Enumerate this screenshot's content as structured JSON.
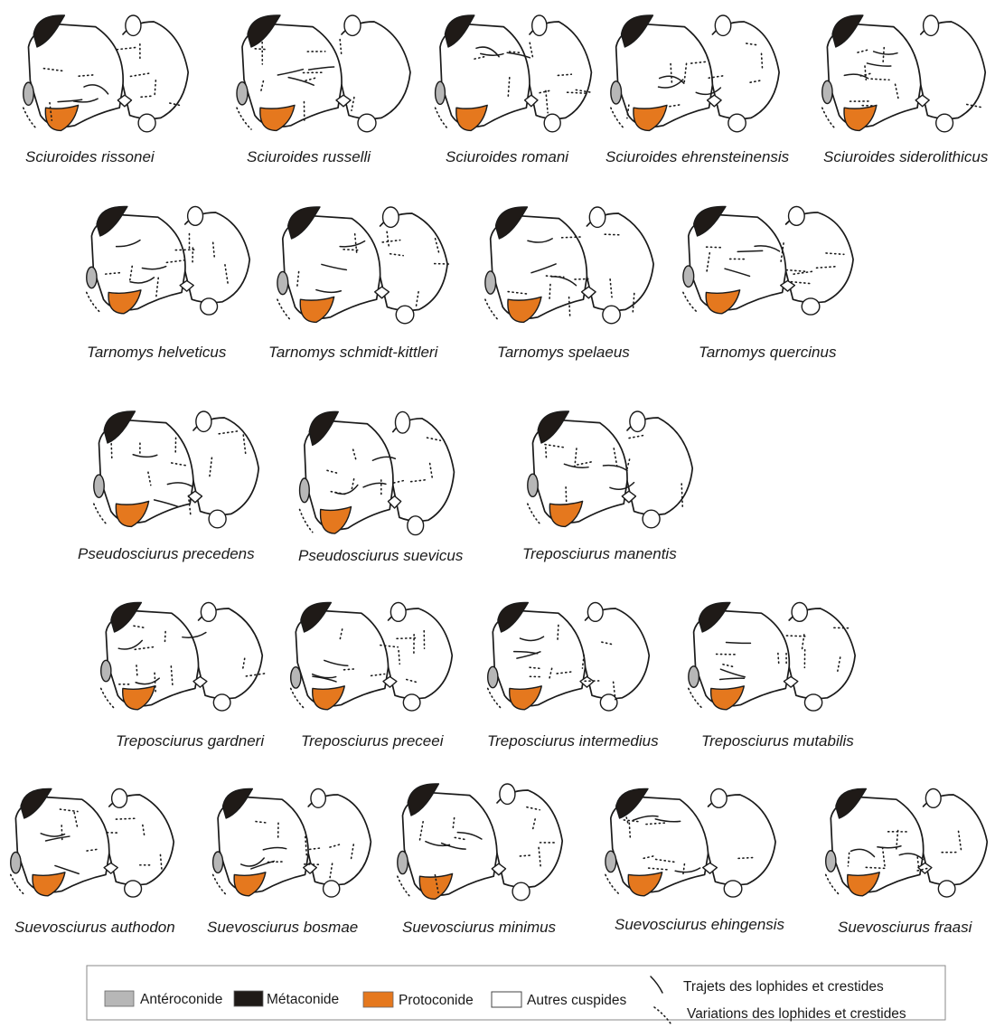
{
  "legend": {
    "items": [
      {
        "label": "Antéroconide",
        "color": "#b7b7b7",
        "key": "anteroconid"
      },
      {
        "label": "Métaconide",
        "color": "#1f1a17",
        "key": "metaconid"
      },
      {
        "label": "Protoconide",
        "color": "#e5781e",
        "key": "protoconid"
      },
      {
        "label": "Autres cuspides",
        "color": "#ffffff",
        "key": "other"
      }
    ],
    "line_solid_label": "Trajets des lophides et crestides",
    "line_dotted_label": "Variations des lophides et crestides"
  },
  "rows": [
    {
      "specimens": [
        {
          "name": "Sciuroides rissonei"
        },
        {
          "name": "Sciuroides russelli"
        },
        {
          "name": "Sciuroides romani"
        },
        {
          "name": "Sciuroides ehrensteinensis"
        },
        {
          "name": "Sciuroides siderolithicus"
        }
      ]
    },
    {
      "specimens": [
        {
          "name": "Tarnomys helveticus"
        },
        {
          "name": "Tarnomys schmidt-kittleri"
        },
        {
          "name": "Tarnomys spelaeus"
        },
        {
          "name": "Tarnomys quercinus"
        }
      ]
    },
    {
      "specimens": [
        {
          "name": "Pseudosciurus precedens"
        },
        {
          "name": "Pseudosciurus suevicus"
        },
        {
          "name": "Treposciurus manentis"
        }
      ]
    },
    {
      "specimens": [
        {
          "name": "Treposciurus gardneri"
        },
        {
          "name": "Treposciurus preceei"
        },
        {
          "name": "Treposciurus intermedius"
        },
        {
          "name": "Treposciurus mutabilis"
        }
      ]
    },
    {
      "specimens": [
        {
          "name": "Suevosciurus authodon"
        },
        {
          "name": "Suevosciurus bosmae"
        },
        {
          "name": "Suevosciurus minimus"
        },
        {
          "name": "Suevosciurus ehingensis"
        },
        {
          "name": "Suevosciurus fraasi"
        }
      ]
    }
  ]
}
